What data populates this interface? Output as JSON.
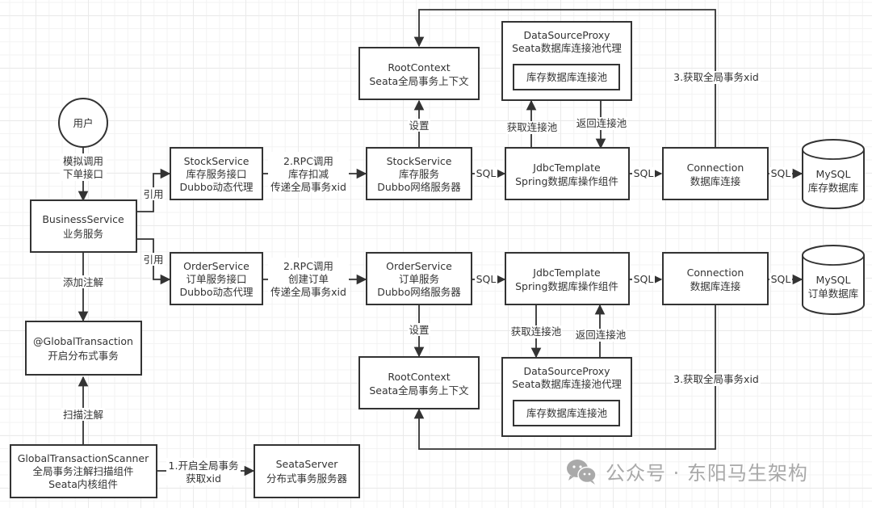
{
  "nodes": {
    "user": {
      "lines": [
        "用户"
      ]
    },
    "business_service": {
      "lines": [
        "BusinessService",
        "业务服务"
      ]
    },
    "global_transaction": {
      "lines": [
        "@GlobalTransaction",
        "开启分布式事务"
      ]
    },
    "scanner": {
      "lines": [
        "GlobalTransactionScanner",
        "全局事务注解扫描组件",
        "Seata内核组件"
      ]
    },
    "seata_server": {
      "lines": [
        "SeataServer",
        "分布式事务服务器"
      ]
    },
    "stock_service_interface": {
      "lines": [
        "StockService",
        "库存服务接口",
        "Dubbo动态代理"
      ]
    },
    "order_service_interface": {
      "lines": [
        "OrderService",
        "订单服务接口",
        "Dubbo动态代理"
      ]
    },
    "stock_service_server": {
      "lines": [
        "StockService",
        "库存服务",
        "Dubbo网络服务器"
      ]
    },
    "order_service_server": {
      "lines": [
        "OrderService",
        "订单服务",
        "Dubbo网络服务器"
      ]
    },
    "root_context_top": {
      "lines": [
        "RootContext",
        "Seata全局事务上下文"
      ]
    },
    "root_context_bottom": {
      "lines": [
        "RootContext",
        "Seata全局事务上下文"
      ]
    },
    "datasource_proxy_top": {
      "lines": [
        "DataSourceProxy",
        "Seata数据库连接池代理"
      ],
      "inner": "库存数据库连接池"
    },
    "datasource_proxy_bottom": {
      "lines": [
        "DataSourceProxy",
        "Seata数据库连接池代理"
      ],
      "inner": "库存数据库连接池"
    },
    "jdbc_template_top": {
      "lines": [
        "JdbcTemplate",
        "Spring数据库操作组件"
      ]
    },
    "jdbc_template_bottom": {
      "lines": [
        "JdbcTemplate",
        "Spring数据库操作组件"
      ]
    },
    "connection_top": {
      "lines": [
        "Connection",
        "数据库连接"
      ]
    },
    "connection_bottom": {
      "lines": [
        "Connection",
        "数据库连接"
      ]
    },
    "mysql_stock": {
      "lines": [
        "MySQL",
        "库存数据库"
      ]
    },
    "mysql_order": {
      "lines": [
        "MySQL",
        "订单数据库"
      ]
    }
  },
  "edges": {
    "user_to_business": {
      "lines": [
        "模拟调用",
        "下单接口"
      ]
    },
    "business_ref_stock": {
      "lines": [
        "引用"
      ]
    },
    "business_ref_order": {
      "lines": [
        "引用"
      ]
    },
    "business_annotation": {
      "lines": [
        "添加注解"
      ]
    },
    "scanner_scan": {
      "lines": [
        "扫描注解"
      ]
    },
    "scanner_to_server": {
      "lines": [
        "1.开启全局事务",
        "获取xid"
      ]
    },
    "stock_rpc": {
      "lines": [
        "2.RPC调用",
        "库存扣减",
        "传递全局事务xid"
      ]
    },
    "order_rpc": {
      "lines": [
        "2.RPC调用",
        "创建订单",
        "传递全局事务xid"
      ]
    },
    "stock_set_context": {
      "lines": [
        "设置"
      ]
    },
    "order_set_context": {
      "lines": [
        "设置"
      ]
    },
    "sql": {
      "lines": [
        "SQL"
      ]
    },
    "get_pool": {
      "lines": [
        "获取连接池"
      ]
    },
    "return_pool": {
      "lines": [
        "返回连接池"
      ]
    },
    "get_xid": {
      "lines": [
        "3.获取全局事务xid"
      ]
    }
  },
  "watermark": {
    "icon": "wechat-icon",
    "text": "公众号 · 东阳马生架构"
  }
}
